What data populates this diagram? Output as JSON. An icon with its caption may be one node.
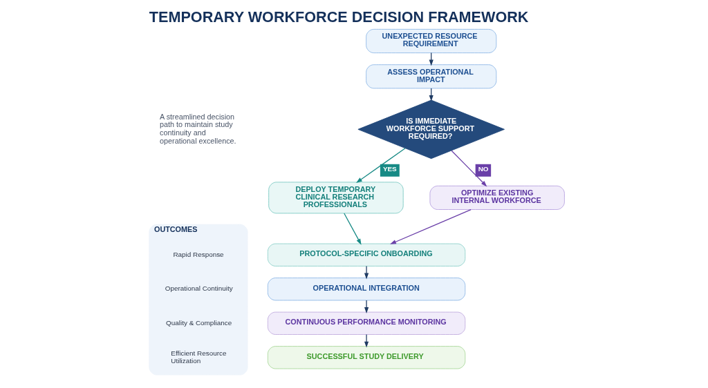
{
  "diagram": {
    "title": "TEMPORARY WORKFORCE DECISION FRAMEWORK",
    "nodes": [
      {
        "text": [
          "UNEXPECTED RESOURCE REQUIREMENT"
        ]
      },
      {
        "text": [
          "ASSESS OPERATIONAL IMPACT"
        ]
      },
      {
        "text": [
          "IS IMMEDIATE WORKFORCE SUPPORT REQUIRED?"
        ]
      },
      {
        "text": [
          "DEPLOY TEMPORARY CLINICAL RESEARCH PROFESSIONALS"
        ]
      },
      {
        "text": [
          "OPTIMIZE EXISTING INTERNAL WORKFORCE"
        ]
      },
      {
        "text": [
          "PROTOCOL-SPECIFIC ONBOARDING"
        ]
      },
      {
        "text": [
          "OPERATIONAL INTEGRATION"
        ]
      },
      {
        "text": [
          "CONTINUOUS PERFORMANCE MONITORING"
        ]
      },
      {
        "text": [
          "SUCCESSFUL STUDY DELIVERY"
        ]
      },
      {
        "text": [
          "OUTCOMES"
        ]
      }
    ],
    "edges": [
      {
        "from": 0,
        "to": 1,
        "arrow": "to"
      },
      {
        "from": 1,
        "to": 2,
        "arrow": "to"
      },
      {
        "from": 2,
        "to": 3,
        "arrow": "to",
        "label": "YES",
        "color": "#178a85"
      },
      {
        "from": 2,
        "to": 4,
        "arrow": "to",
        "label": "NO",
        "color": "#6a3fa8"
      },
      {
        "from": 3,
        "to": 5,
        "arrow": "to",
        "color": "#178a85"
      },
      {
        "from": 4,
        "to": 5,
        "arrow": "to",
        "color": "#6a3fa8"
      },
      {
        "from": 5,
        "to": 6,
        "arrow": "to"
      },
      {
        "from": 6,
        "to": 7,
        "arrow": "to"
      },
      {
        "from": 7,
        "to": 8,
        "arrow": "to"
      }
    ],
    "labels": [
      "A streamlined decision path to maintain study continuity and operational excellence."
    ],
    "legend": [
      {
        "text": "Rapid Response"
      },
      {
        "text": "Operational Continuity"
      },
      {
        "text": "Quality & Compliance"
      },
      {
        "text": "Efficient Resource Utilization"
      }
    ]
  }
}
